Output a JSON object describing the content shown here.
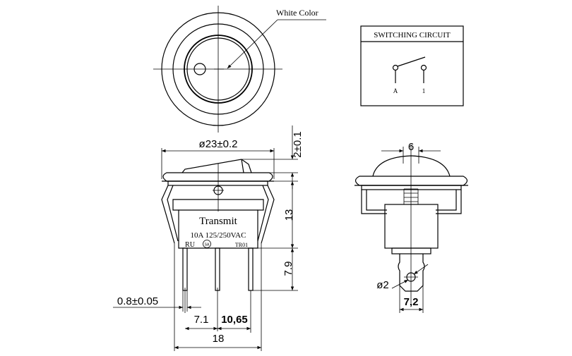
{
  "labels": {
    "white_color": "White Color",
    "switching_circuit": "SWITCHING CIRCUIT",
    "terminal_a": "A",
    "terminal_1": "1",
    "brand": "Transmit",
    "rating": "10A 125/250VAC",
    "model": "TR01",
    "ul_mark": "RU",
    "sa_mark": "SA"
  },
  "dimensions": {
    "diameter": "ø23±0.2",
    "cap_height": "2±0.1",
    "body_height": "13",
    "terminal_length": "7.9",
    "terminal_thickness": "0.8±0.05",
    "spacing_1": "7.1",
    "spacing_2": "10,65",
    "total_width": "18",
    "side_width": "6",
    "hole_diameter": "ø2",
    "tab_width": "7,2"
  }
}
